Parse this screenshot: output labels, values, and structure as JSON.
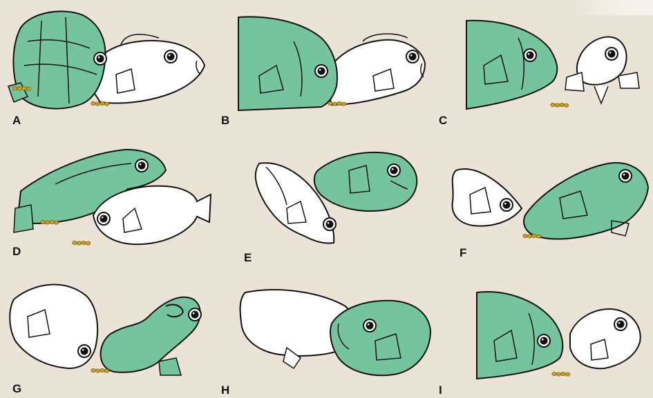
{
  "panels": [
    {
      "label": "A"
    },
    {
      "label": "B"
    },
    {
      "label": "C"
    },
    {
      "label": "D"
    },
    {
      "label": "E"
    },
    {
      "label": "F"
    },
    {
      "label": "G"
    },
    {
      "label": "H"
    },
    {
      "label": "I"
    }
  ],
  "colors": {
    "background": "#ebe3d5",
    "green_fish": "#74c49e",
    "white_fish": "#ffffff",
    "outline": "#1a1a1a",
    "eggs": "#c9a227"
  }
}
